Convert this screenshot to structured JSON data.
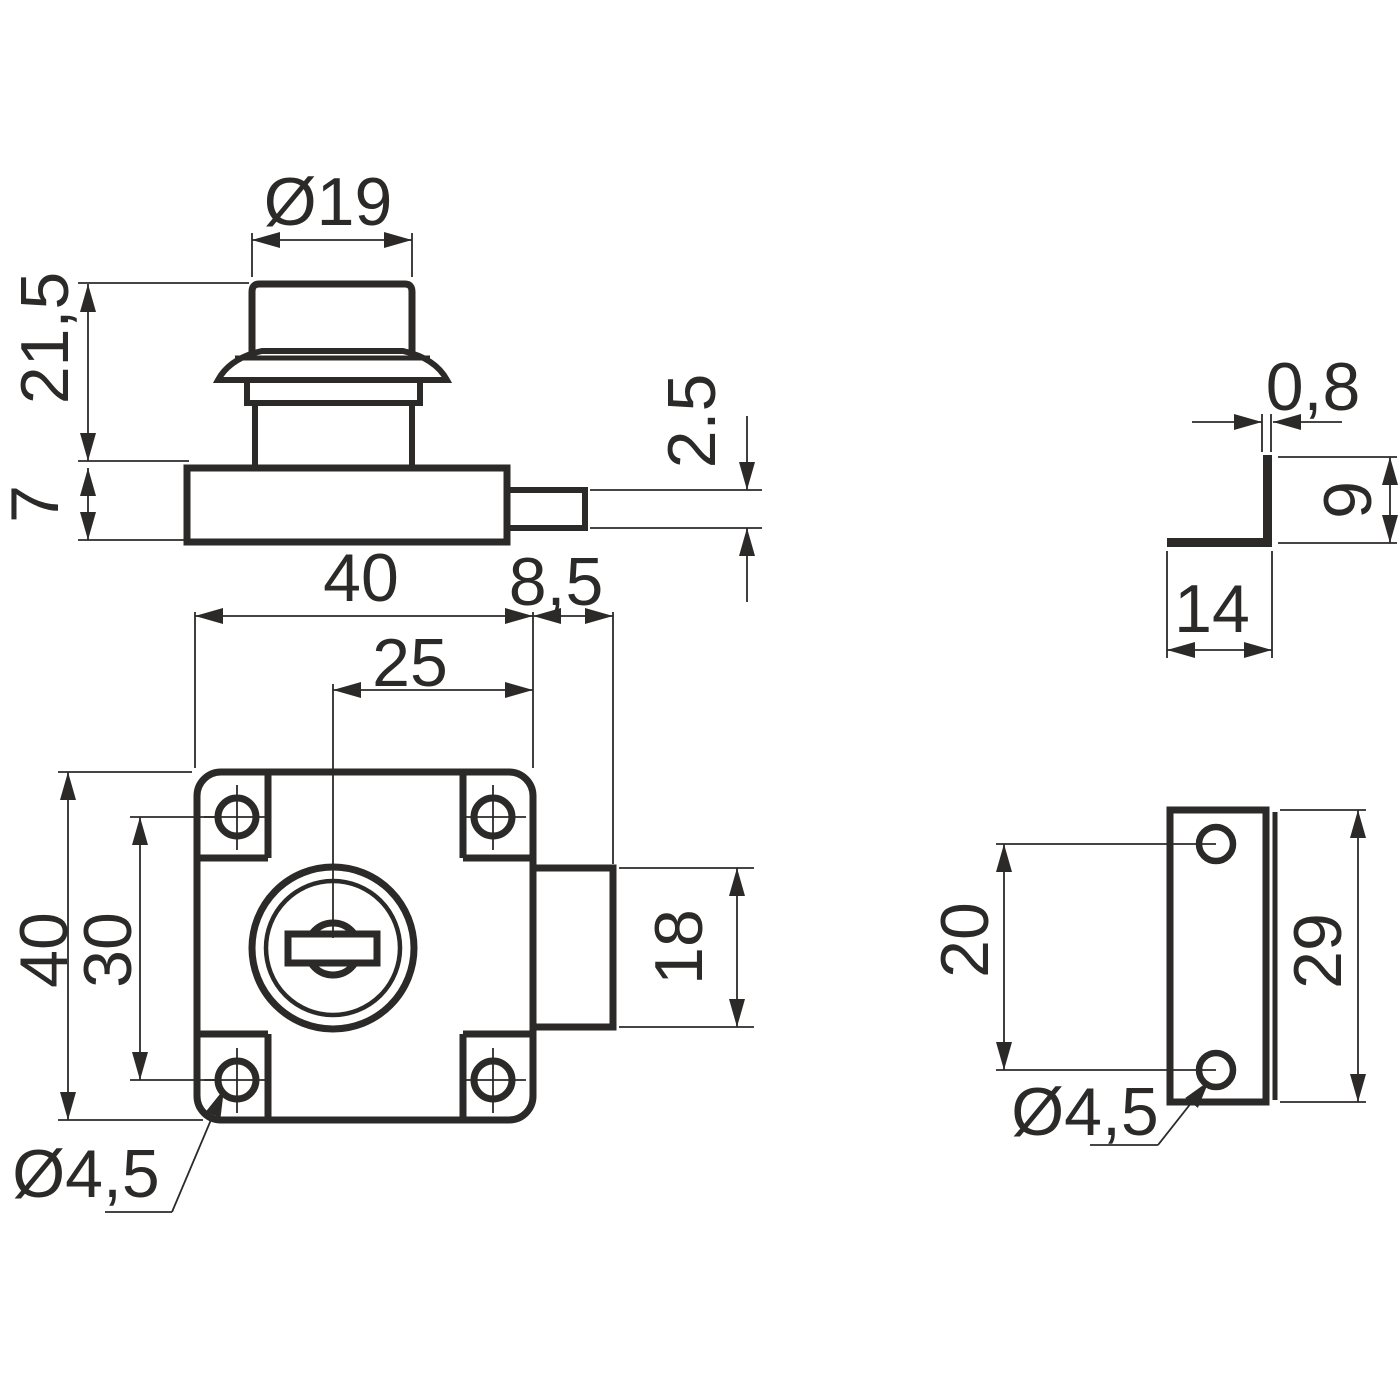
{
  "colors": {
    "ink": "#2b2a29",
    "paper": "#ffffff"
  },
  "views": {
    "lock_side": {
      "cylinder_diameter": "Ø19",
      "cylinder_height": "21,5",
      "body_thickness": "7",
      "bolt_thickness": "2.5"
    },
    "lock_front": {
      "body_width": "40",
      "bolt_length": "8,5",
      "cylinder_center_offset": "25",
      "body_height": "40",
      "hole_spacing": "30",
      "bolt_height": "18",
      "hole_diameter": "Ø4,5"
    },
    "strike_angle_side": {
      "plate_thickness": "0,8",
      "flange_height": "9",
      "base_width": "14"
    },
    "strike_plate_front": {
      "hole_spacing": "20",
      "plate_height": "29",
      "hole_diameter": "Ø4,5"
    }
  }
}
